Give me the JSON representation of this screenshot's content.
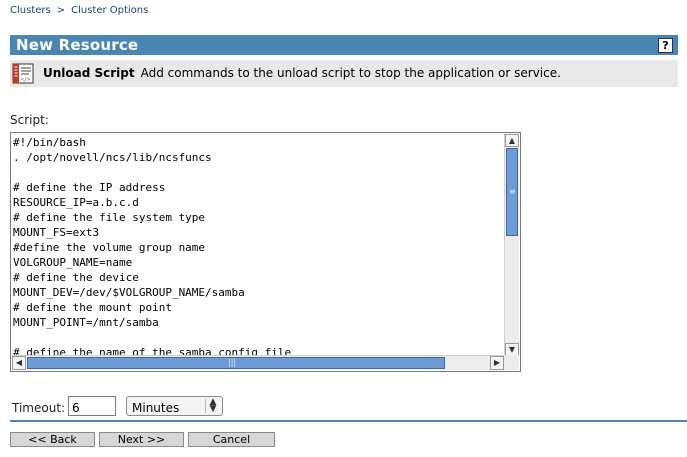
{
  "breadcrumb": {
    "items": [
      "Clusters",
      "Cluster Options"
    ],
    "separator": ">"
  },
  "header": {
    "title": "New Resource",
    "help_icon": "?"
  },
  "description": {
    "icon": "script-icon",
    "title": "Unload Script",
    "text": "Add commands to the unload script to stop the application or service."
  },
  "script": {
    "label": "Script:",
    "content": "#!/bin/bash\n. /opt/novell/ncs/lib/ncsfuncs\n\n# define the IP address\nRESOURCE_IP=a.b.c.d\n# define the file system type\nMOUNT_FS=ext3\n#define the volume group name\nVOLGROUP_NAME=name\n# define the device\nMOUNT_DEV=/dev/$VOLGROUP_NAME/samba\n# define the mount point\nMOUNT_POINT=/mnt/samba\n\n# define the name of the samba config file"
  },
  "timeout": {
    "label": "Timeout:",
    "value": "6",
    "unit": "Minutes"
  },
  "buttons": {
    "back": "<< Back",
    "next": "Next >>",
    "cancel": "Cancel"
  },
  "colors": {
    "header_bg": "#4a86b4",
    "link": "#1b3f78",
    "desc_bg": "#e8e8e8",
    "scroll_thumb": "#6f9bd4"
  }
}
